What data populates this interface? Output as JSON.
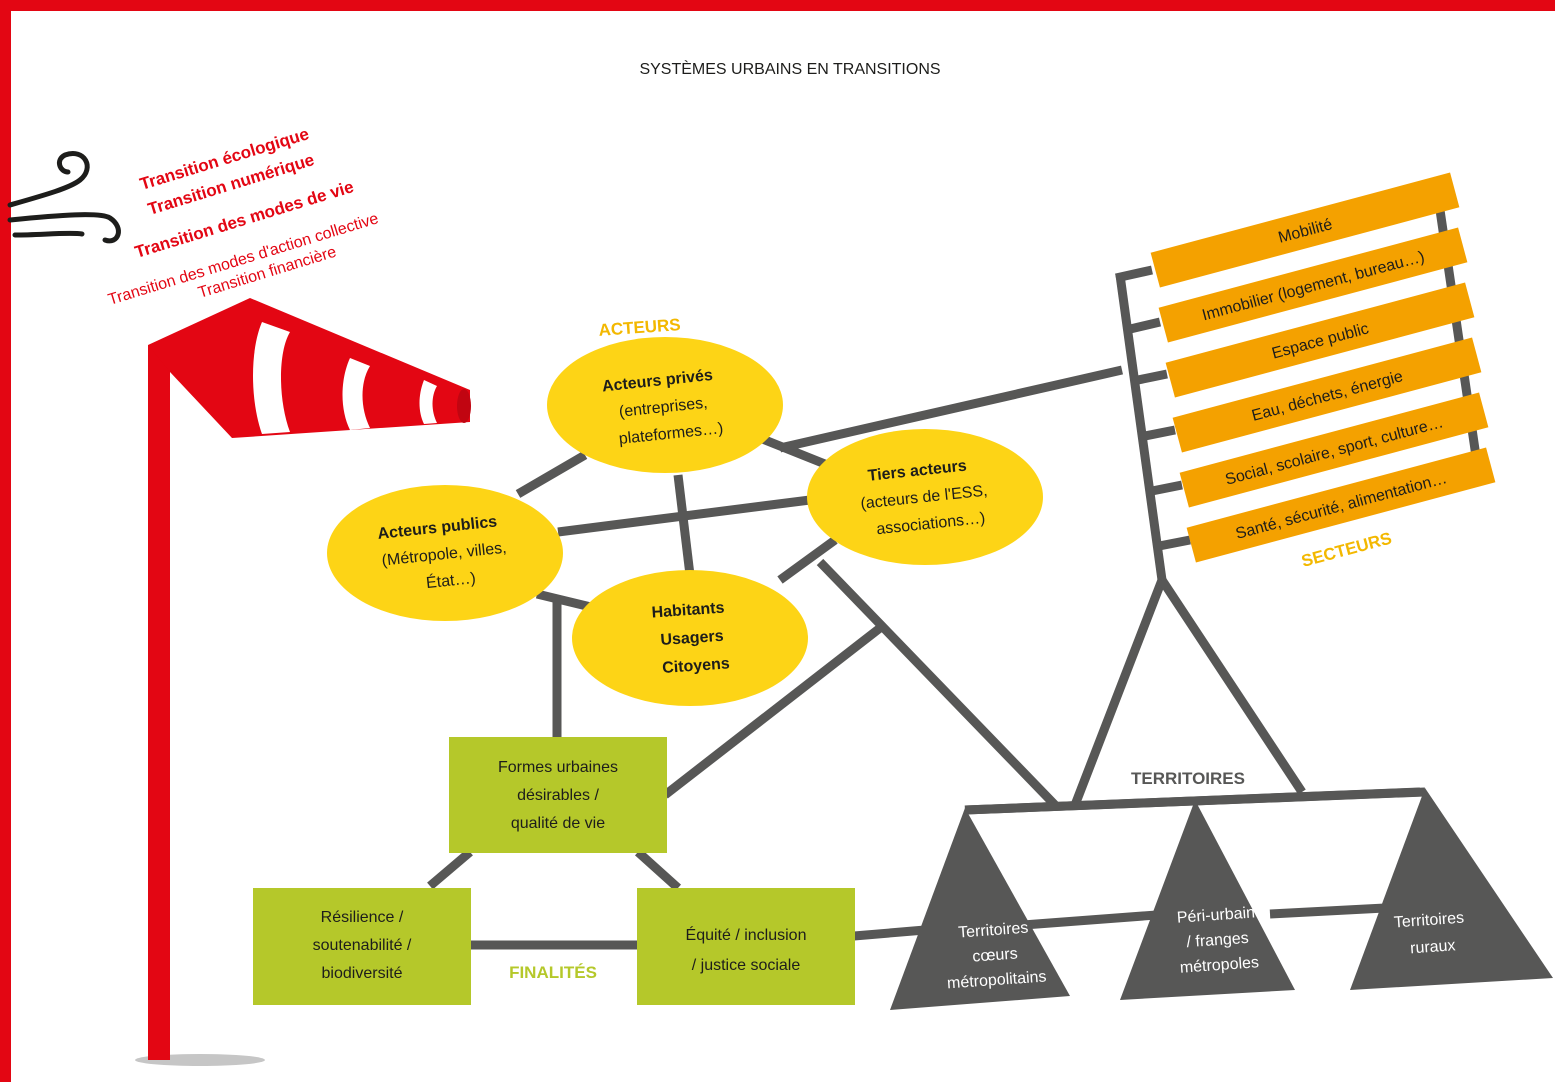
{
  "title": "SYSTÈMES URBAINS EN TRANSITIONS",
  "transitions": [
    "Transition écologique",
    "Transition numérique",
    "Transition des modes de vie",
    "Transition des modes d'action collective",
    "Transition financière"
  ],
  "acteurs": {
    "label": "ACTEURS",
    "prives": {
      "title": "Acteurs privés",
      "sub1": "(entreprises,",
      "sub2": "plateformes…)"
    },
    "tiers": {
      "title": "Tiers acteurs",
      "sub1": "(acteurs de l'ESS,",
      "sub2": "associations…)"
    },
    "publics": {
      "title": "Acteurs publics",
      "sub1": "(Métropole, villes,",
      "sub2": "État…)"
    },
    "habitants": {
      "l1": "Habitants",
      "l2": "Usagers",
      "l3": "Citoyens"
    }
  },
  "secteurs": {
    "label": "SECTEURS",
    "items": [
      "Mobilité",
      "Immobilier (logement, bureau…)",
      "Espace public",
      "Eau, déchets, énergie",
      "Social, scolaire, sport, culture…",
      "Santé, sécurité, alimentation…"
    ]
  },
  "finalites": {
    "label": "FINALITÉS",
    "formes": [
      "Formes urbaines",
      "désirables /",
      "qualité de vie"
    ],
    "resilience": [
      "Résilience /",
      "soutenabilité /",
      "biodiversité"
    ],
    "equite": [
      "Équité / inclusion",
      "/ justice sociale"
    ]
  },
  "territoires": {
    "label": "TERRITOIRES",
    "coeurs": [
      "Territoires",
      "cœurs",
      "métropolitains"
    ],
    "periurbain": [
      "Péri-urbain",
      "/ franges",
      "métropoles"
    ],
    "ruraux": [
      "Territoires",
      "ruraux"
    ]
  },
  "colors": {
    "red": "#e30613",
    "yellow": "#fdd416",
    "orange": "#f4a100",
    "secteur_label": "#f3b800",
    "green": "#b5c82a",
    "grey": "#575756"
  }
}
